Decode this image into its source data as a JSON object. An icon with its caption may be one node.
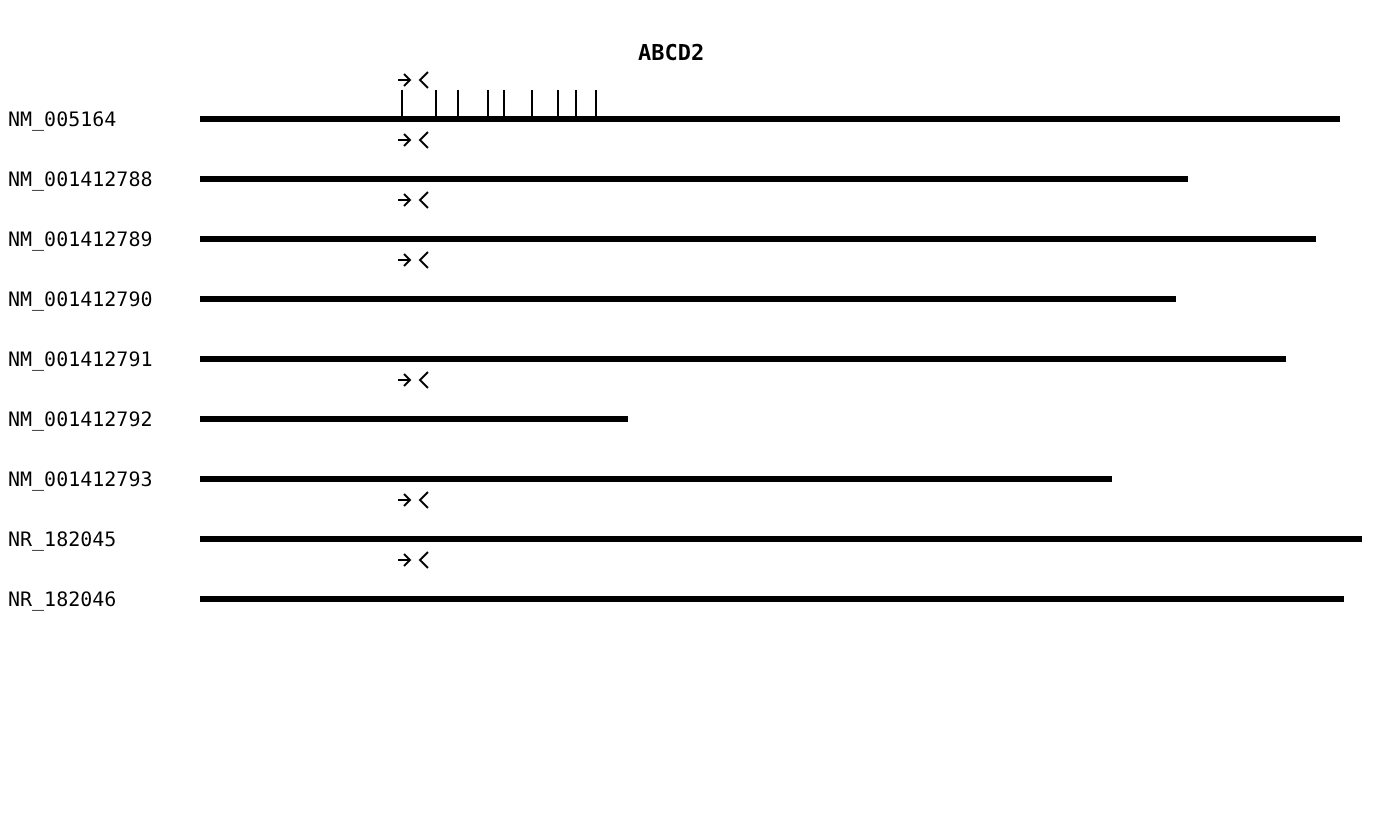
{
  "diagram": {
    "title": "ABCD2",
    "labels": [
      "NM_005164",
      "NM_001412788",
      "NM_001412789",
      "NM_001412790",
      "NM_001412791",
      "NM_001412792",
      "NM_001412793",
      "NR_182045",
      "NR_182046"
    ]
  }
}
